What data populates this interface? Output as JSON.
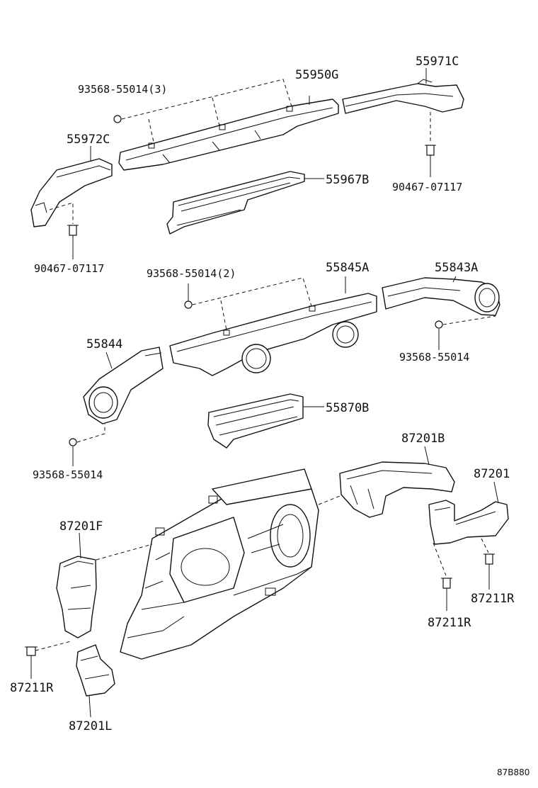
{
  "labels": {
    "p55971c": "55971C",
    "p55950g": "55950G",
    "p93568_3": "93568-55014(3)",
    "p55972c": "55972C",
    "p55967b": "55967B",
    "p90467_r": "90467-07117",
    "p90467_l": "90467-07117",
    "p55843a": "55843A",
    "p93568_2": "93568-55014(2)",
    "p55845a": "55845A",
    "p55844": "55844",
    "p93568_r": "93568-55014",
    "p55870b": "55870B",
    "p93568_l": "93568-55014",
    "p87201b": "87201B",
    "p87201": "87201",
    "p87201f": "87201F",
    "p87211r_r": "87211R",
    "p87211r_m": "87211R",
    "p87211r_l": "87211R",
    "p87201l": "87201L"
  },
  "diagram_code": "87B880"
}
